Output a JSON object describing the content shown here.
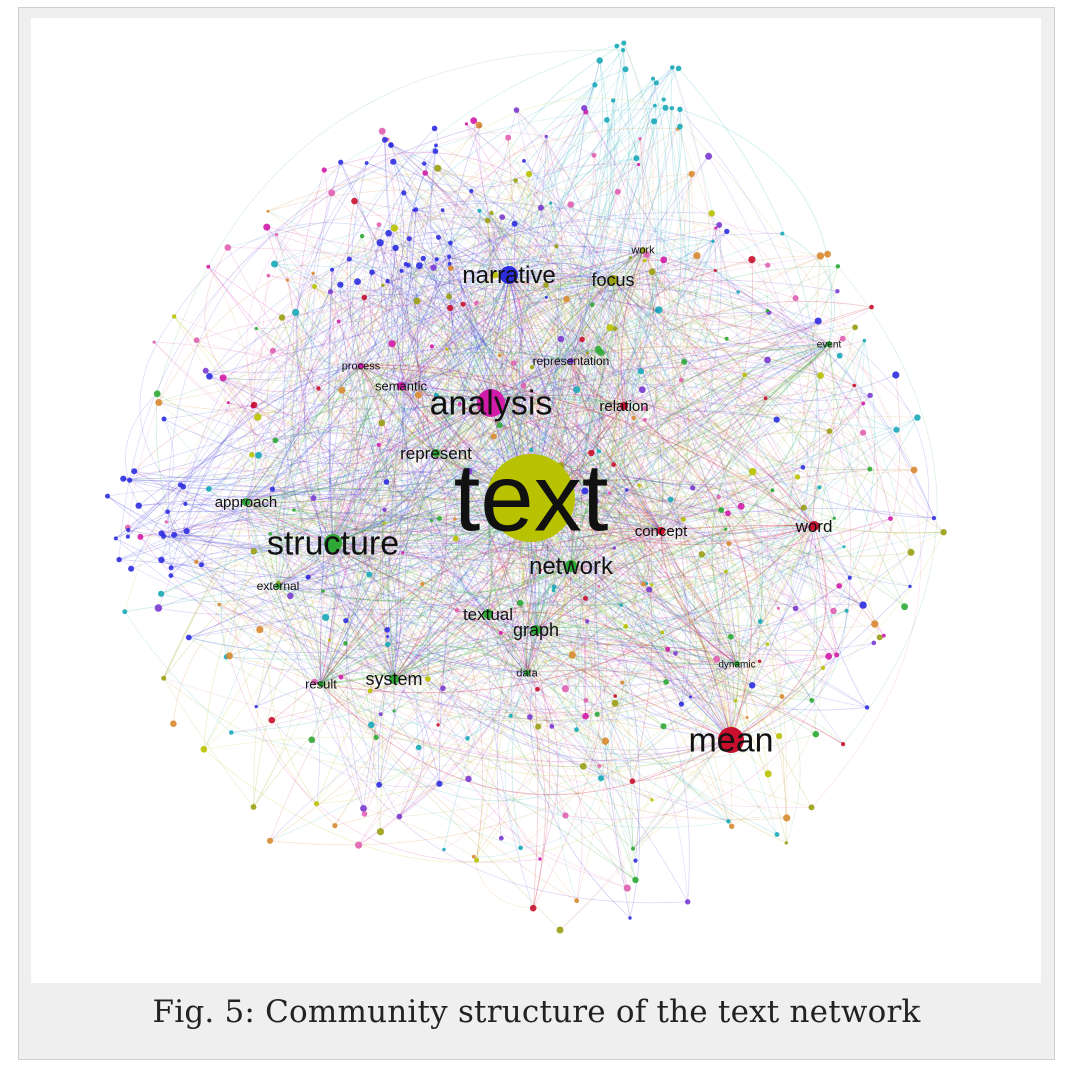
{
  "figure": {
    "caption": "Fig. 5: Community structure of the text network"
  },
  "graph": {
    "communities": {
      "yellow_green": "#b8c200",
      "magenta": "#d01ca8",
      "blue": "#2d2de0",
      "red": "#c8102e",
      "green": "#2ea836",
      "teal": "#18a8b8",
      "purple": "#7a3ad0",
      "olive": "#9aa014",
      "pink": "#e060b0",
      "orange": "#d88a30"
    },
    "nodes": [
      {
        "id": "text",
        "label": "text",
        "community": "yellow_green",
        "size": 44
      },
      {
        "id": "analysis",
        "label": "analysis",
        "community": "magenta",
        "size": 18
      },
      {
        "id": "structure",
        "label": "structure",
        "community": "green",
        "size": 14
      },
      {
        "id": "mean",
        "label": "mean",
        "community": "red",
        "size": 16
      },
      {
        "id": "network",
        "label": "network",
        "community": "green",
        "size": 10
      },
      {
        "id": "narrative",
        "label": "narrative",
        "community": "blue",
        "size": 12
      },
      {
        "id": "focus",
        "label": "focus",
        "community": "olive",
        "size": 8
      },
      {
        "id": "word",
        "label": "word",
        "community": "red",
        "size": 8
      },
      {
        "id": "concept",
        "label": "concept",
        "community": "red",
        "size": 7
      },
      {
        "id": "relation",
        "label": "relation",
        "community": "red",
        "size": 7
      },
      {
        "id": "represent",
        "label": "represent",
        "community": "green",
        "size": 7
      },
      {
        "id": "approach",
        "label": "approach",
        "community": "green",
        "size": 7
      },
      {
        "id": "semantic",
        "label": "semantic",
        "community": "magenta",
        "size": 6
      },
      {
        "id": "textual",
        "label": "textual",
        "community": "green",
        "size": 7
      },
      {
        "id": "graph",
        "label": "graph",
        "community": "green",
        "size": 7
      },
      {
        "id": "system",
        "label": "system",
        "community": "green",
        "size": 7
      },
      {
        "id": "external",
        "label": "external",
        "community": "green",
        "size": 5
      },
      {
        "id": "result",
        "label": "result",
        "community": "green",
        "size": 5
      },
      {
        "id": "data",
        "label": "data",
        "community": "green",
        "size": 5
      },
      {
        "id": "representation",
        "label": "representation",
        "community": "purple",
        "size": 5
      },
      {
        "id": "work",
        "label": "work",
        "community": "olive",
        "size": 5
      },
      {
        "id": "process",
        "label": "process",
        "community": "magenta",
        "size": 5
      },
      {
        "id": "event",
        "label": "event",
        "community": "green",
        "size": 4
      },
      {
        "id": "dynamic",
        "label": "dynamic",
        "community": "green",
        "size": 4
      }
    ]
  }
}
